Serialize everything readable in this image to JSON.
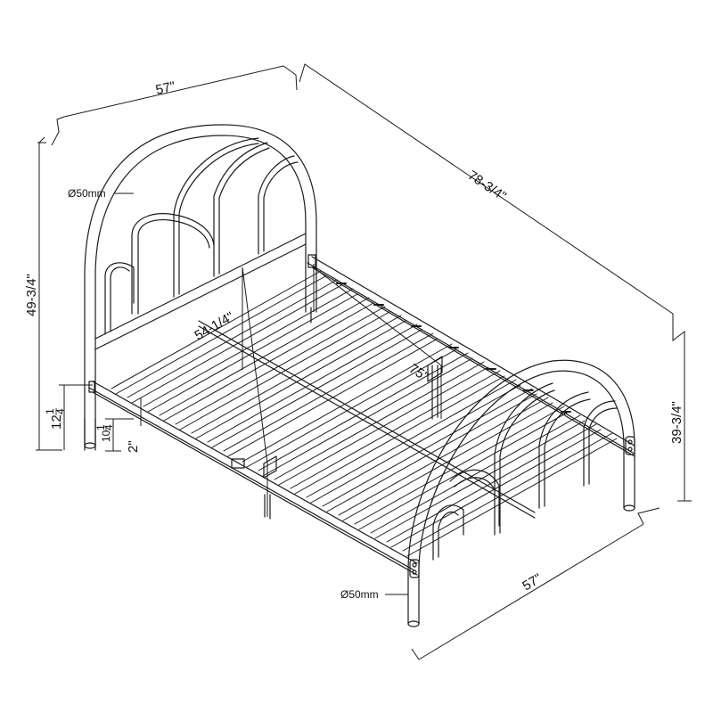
{
  "colors": {
    "line": "#1a1a1a",
    "background": "#ffffff"
  },
  "dimensions": {
    "headboard_width": "57\"",
    "overall_length": "78-3/4\"",
    "headboard_height": "49-3/4\"",
    "footboard_height": "39-3/4\"",
    "footboard_width": "57\"",
    "inner_width": "54-1/4\"",
    "inner_length": "75\"",
    "tube_diameter_head": "Ø50mm",
    "tube_diameter_foot": "Ø50mm",
    "leg_height_outer": "12",
    "leg_height_outer_fraction_num": "1",
    "leg_height_outer_fraction_den": "4",
    "leg_height_inner": "10",
    "leg_height_inner_fraction_num": "1",
    "leg_height_inner_fraction_den": "4",
    "rail_depth": "2\""
  }
}
